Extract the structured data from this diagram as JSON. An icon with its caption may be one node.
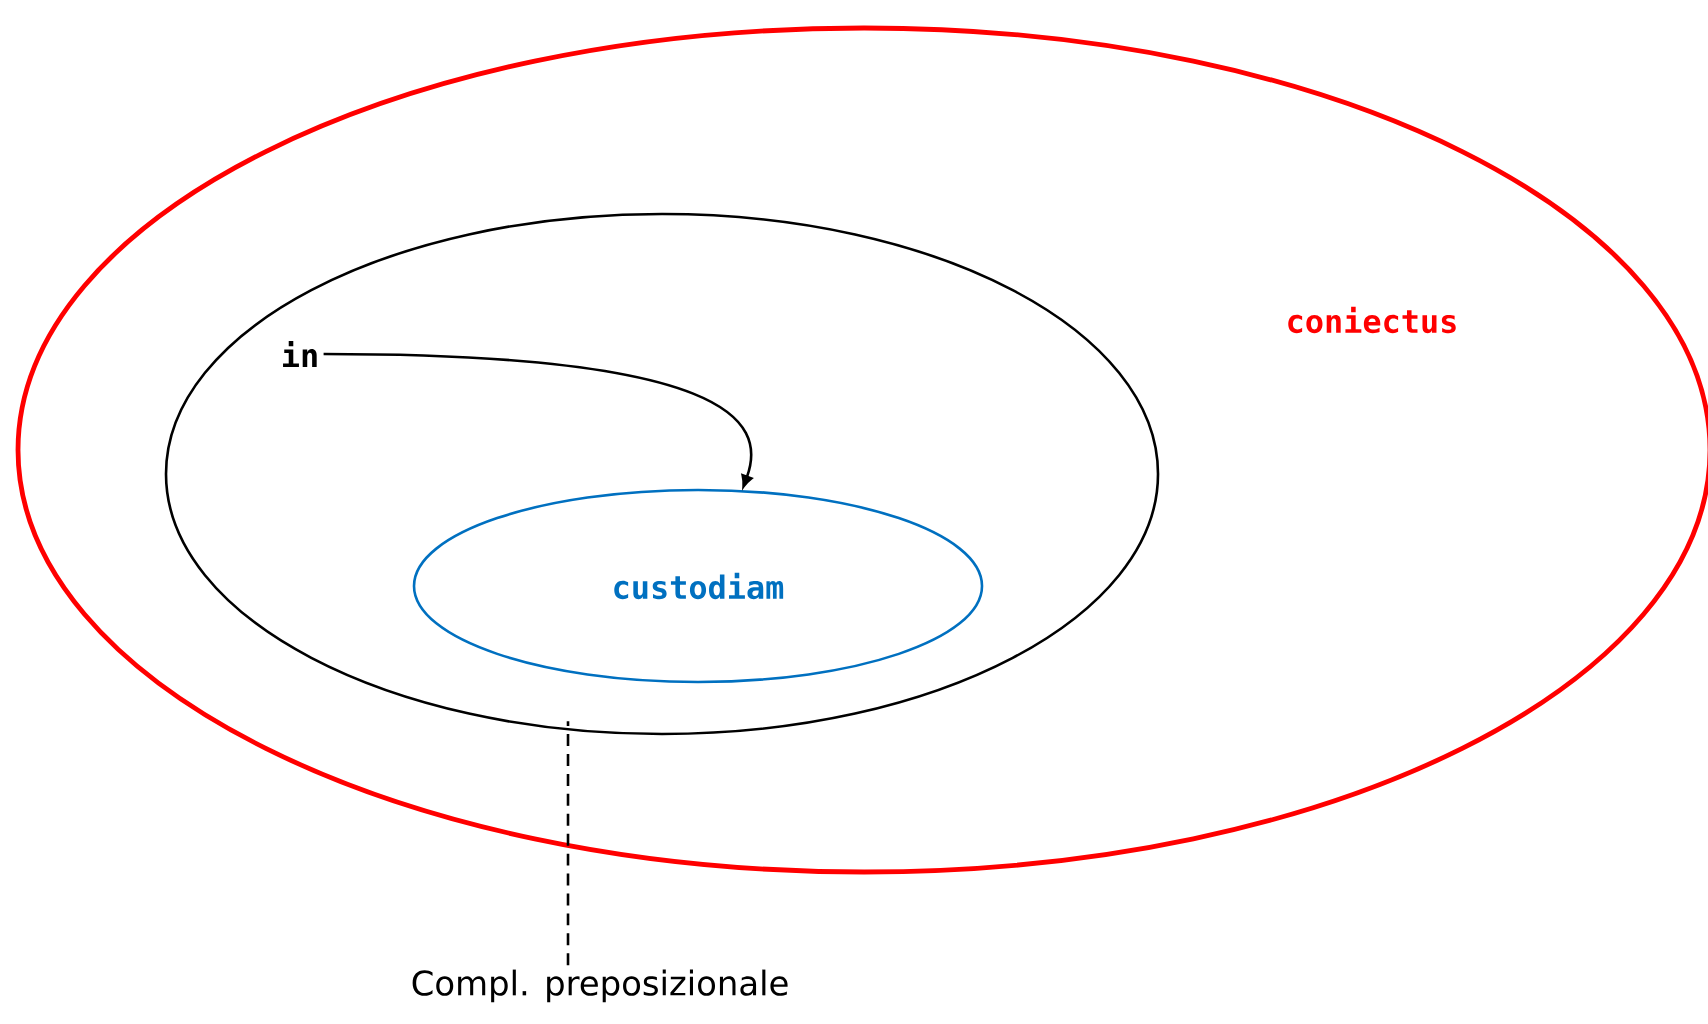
{
  "diagram": {
    "nodes": [
      {
        "text": [
          "coniectus"
        ]
      },
      {
        "text": [],
        "shape": "ellipse",
        "in": 0
      },
      {
        "text": [
          "in"
        ],
        "in": 1
      },
      {
        "text": [
          "custodiam"
        ],
        "in": 1
      },
      {
        "text": [
          "Compl. preposizionale"
        ]
      }
    ],
    "edges": [
      {
        "from": 2,
        "to": 3,
        "arrow": "to"
      },
      {
        "from": 4,
        "to": 1,
        "arrow": "none",
        "style": "dashed"
      }
    ]
  }
}
